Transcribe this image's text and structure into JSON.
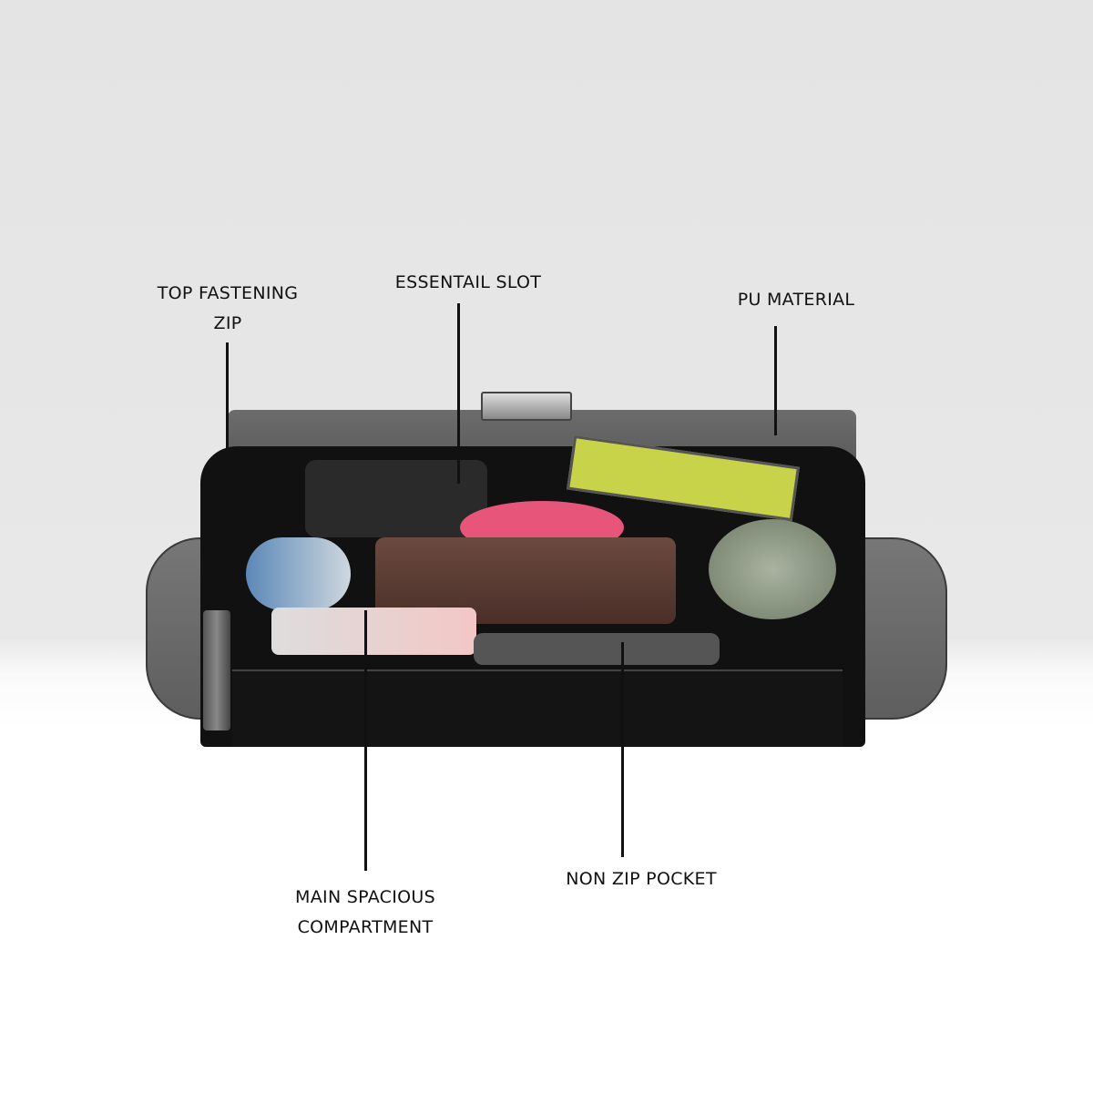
{
  "callouts": {
    "top_fastening_zip": "TOP FASTENING ZIP",
    "essential_slot": "ESSENTAIL SLOT",
    "pu_material": "PU MATERIAL",
    "main_compartment": "MAIN SPACIOUS COMPARTMENT",
    "non_zip_pocket": "NON ZIP POCKET"
  },
  "colors": {
    "bag_gray": "#666666",
    "bag_black": "#151515",
    "pink": "#e8557a",
    "wallet": "#5a3a32",
    "bottle": "#8a9480"
  }
}
